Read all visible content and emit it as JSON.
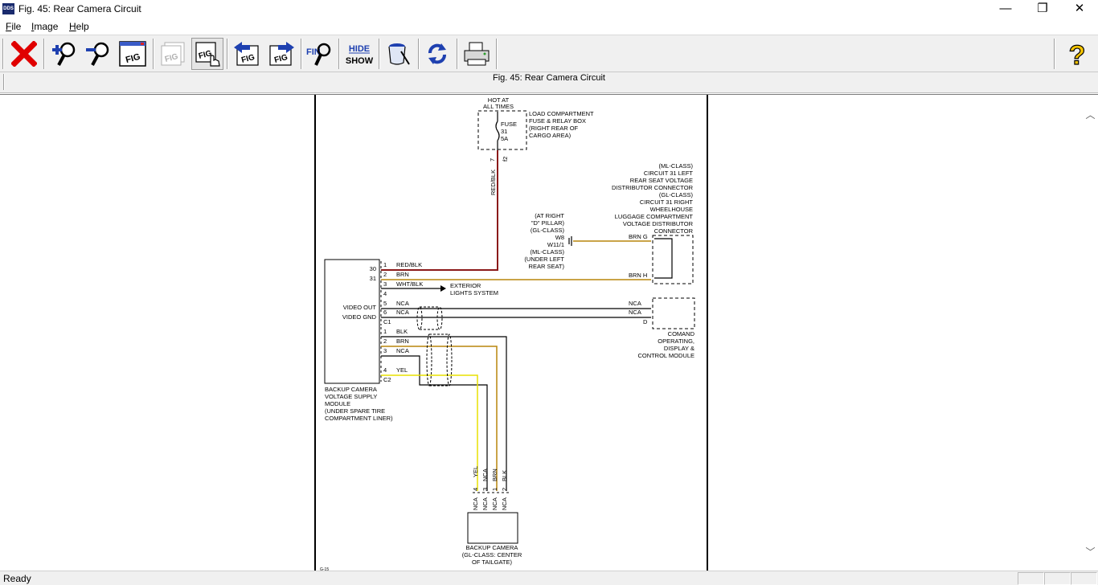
{
  "window": {
    "app_icon_text": "DDS",
    "title": "Fig. 45: Rear Camera Circuit",
    "minimize": "—",
    "restore": "❐",
    "close": "✕"
  },
  "menu": {
    "file": "File",
    "image": "Image",
    "help": "Help"
  },
  "toolbar": {
    "fig_label": "FIG",
    "find_label": "FIN",
    "hide_label": "HIDE",
    "show_label": "SHOW",
    "help_label": "?"
  },
  "figure": {
    "caption": "Fig. 45: Rear Camera Circuit",
    "labels": {
      "hot1": "HOT AT",
      "hot2": "ALL TIMES",
      "fuse1": "FUSE",
      "fuse2": "31",
      "fuse3": "5A",
      "lc1": "LOAD COMPARTMENT",
      "lc2": "FUSE & RELAY BOX",
      "lc3": "(RIGHT REAR OF",
      "lc4": "CARGO AREA)",
      "pin7": "7",
      "pinf2": "f2",
      "redblk_v": "RED/BLK",
      "ml1": "(ML-CLASS)",
      "ml2": "CIRCUIT 31 LEFT",
      "ml3": "REAR SEAT VOLTAGE",
      "ml4": "DISTRIBUTOR CONNECTOR",
      "ml5": "(GL-CLASS)",
      "ml6": "CIRCUIT 31 RIGHT",
      "ml7": "WHEELHOUSE",
      "ml8": "LUGGAGE COMPARTMENT",
      "ml9": "VOLTAGE DISTRIBUTOR",
      "ml10": "CONNECTOR",
      "gp1": "(AT RIGHT",
      "gp2": "\"D\" PILLAR)",
      "gp3": "(GL-CLASS)",
      "gp4": "W8",
      "gp5": "W11/1",
      "gp6": "(ML-CLASS)",
      "gp7": "(UNDER LEFT",
      "gp8": "REAR SEAT)",
      "brn_g": "BRN G",
      "brn_h": "BRN H",
      "p30": "30",
      "p31": "31",
      "video_out": "VIDEO OUT",
      "video_gnd": "VIDEO GND",
      "c1": "C1",
      "c2": "C2",
      "w1": "RED/BLK",
      "w2": "BRN",
      "w3": "WHT/BLK",
      "w5": "NCA",
      "w6": "NCA",
      "ext1": "EXTERIOR",
      "ext2": "LIGHTS SYSTEM",
      "nca_r1": "NCA",
      "nca_r2": "NCA",
      "pin_d": "D",
      "com1": "COMAND",
      "com2": "OPERATING,",
      "com3": "DISPLAY &",
      "com4": "CONTROL MODULE",
      "c2w1": "BLK",
      "c2w2": "BRN",
      "c2w3": "NCA",
      "c2w4": "YEL",
      "n1": "1",
      "n2": "2",
      "n3": "3",
      "n4": "4",
      "n5": "5",
      "n6": "6",
      "bcm1": "BACKUP CAMERA",
      "bcm2": "VOLTAGE SUPPLY",
      "bcm3": "MODULE",
      "bcm4": "(UNDER SPARE TIRE",
      "bcm5": "COMPARTMENT LINER)",
      "v_yel": "YEL",
      "v_nca": "NCA",
      "v_brn": "BRN",
      "v_blk": "BLK",
      "cam_nca": "NCA",
      "cam1": "BACKUP CAMERA",
      "cam2": "(GL-CLASS: CENTER",
      "cam3": "OF TAILGATE)",
      "corner_id": "G-15"
    }
  },
  "status": {
    "text": "Ready"
  },
  "colors": {
    "red_wire": "#8b1a1a",
    "brown_wire": "#b8860b",
    "yellow_wire": "#e8e000"
  }
}
